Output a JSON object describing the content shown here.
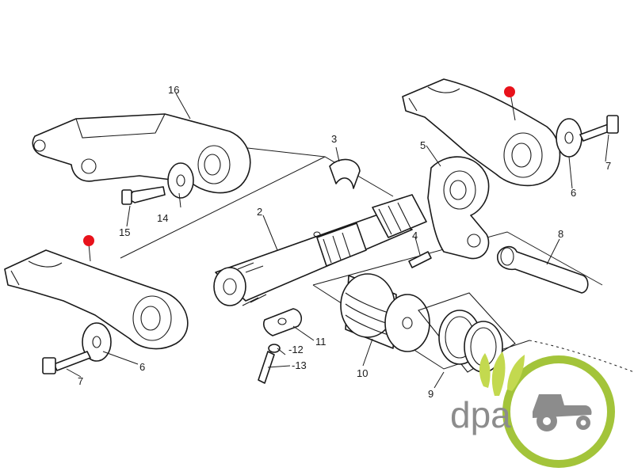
{
  "callouts": {
    "c2": "2",
    "c3": "3",
    "c4": "4",
    "c5": "5",
    "c6a": "6",
    "c6b": "6",
    "c7a": "7",
    "c7b": "7",
    "c8": "8",
    "c9": "9",
    "c10": "10",
    "c11": "11",
    "c12": "-12",
    "c13": "-13",
    "c14": "14",
    "c15": "15",
    "c16": "16"
  },
  "highlight_color": "#e8121b",
  "logo": {
    "text": "dpa",
    "text_color": "#8c8c8c",
    "ring_color": "#a3c43a",
    "wheat_color": "#c3d94f"
  }
}
